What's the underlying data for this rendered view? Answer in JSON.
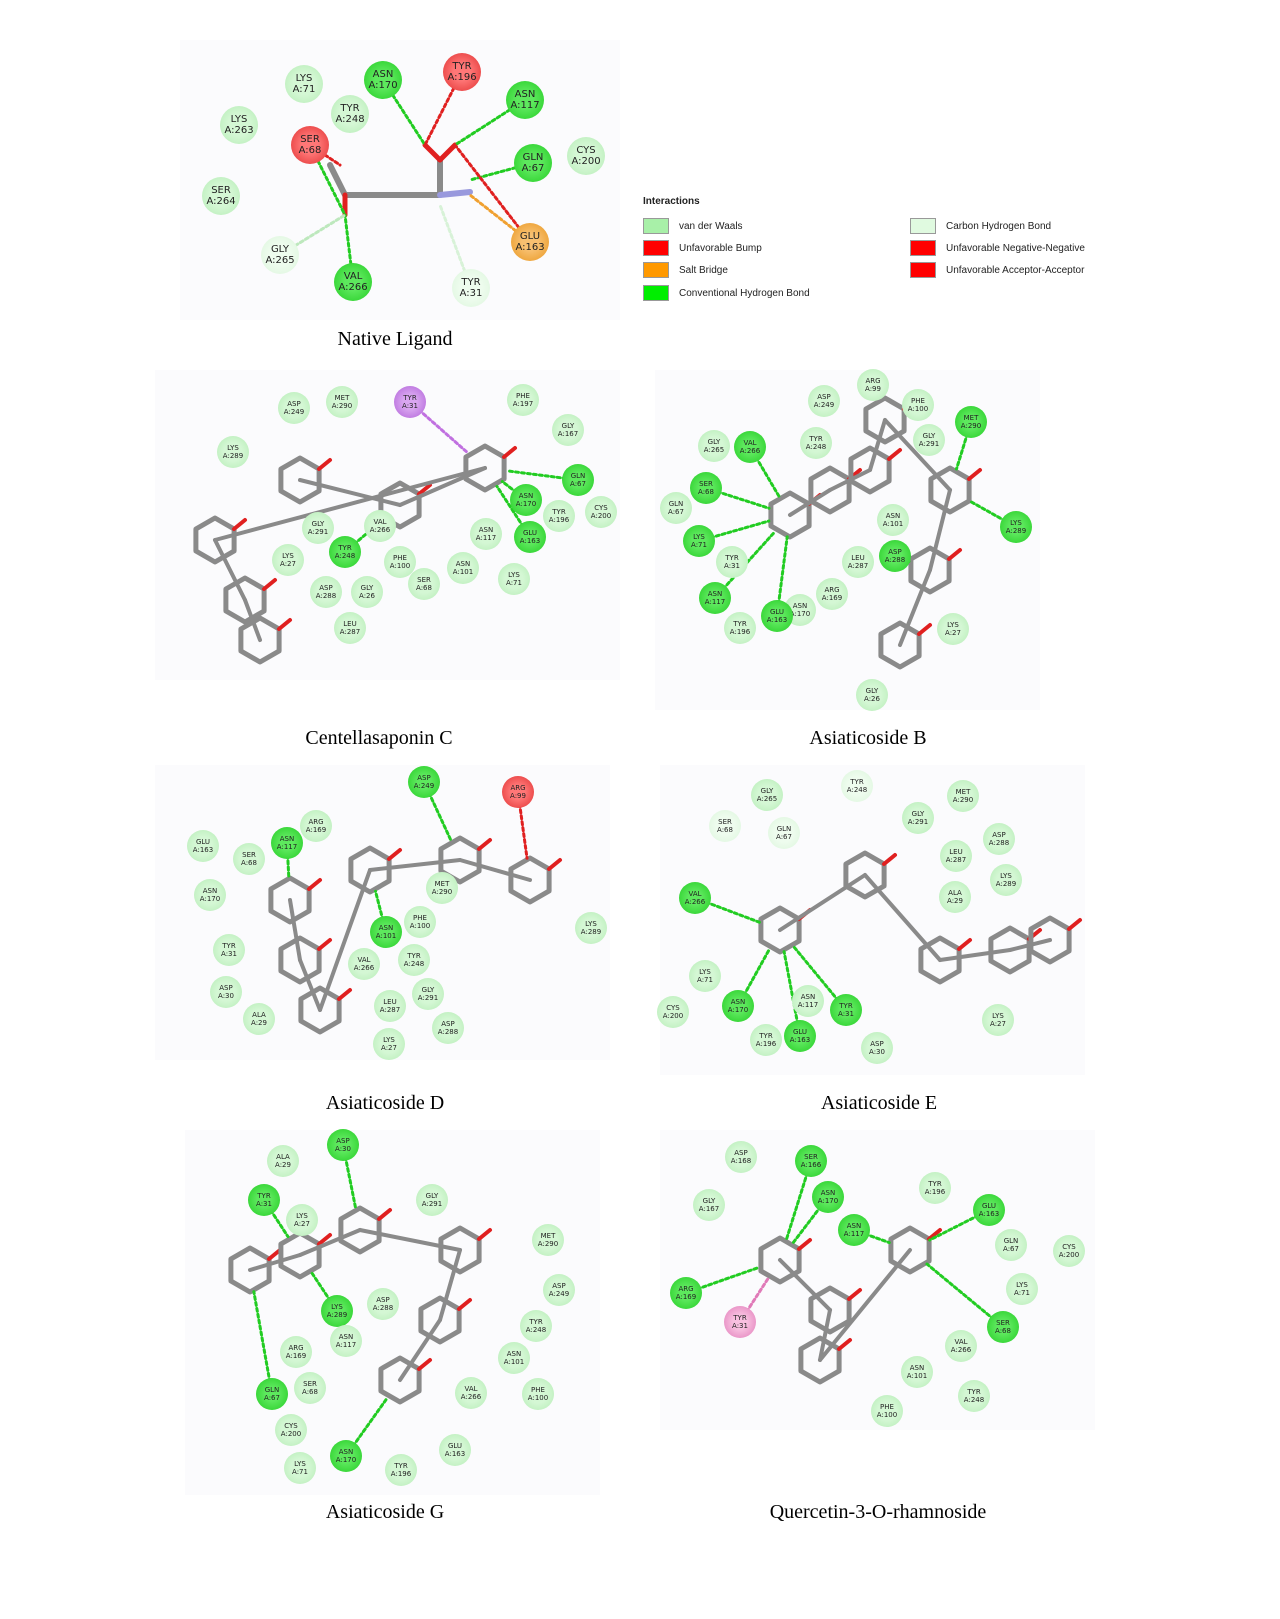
{
  "legend": {
    "title": "Interactions",
    "items": [
      {
        "label": "van der Waals",
        "color": "#a8f0a8"
      },
      {
        "label": "Unfavorable Bump",
        "color": "#ff0000"
      },
      {
        "label": "Salt Bridge",
        "color": "#ff9900"
      },
      {
        "label": "Conventional Hydrogen Bond",
        "color": "#00ee00"
      },
      {
        "label": "Carbon Hydrogen Bond",
        "color": "#e0fae0"
      },
      {
        "label": "Unfavorable Negative-Negative",
        "color": "#ff0000"
      },
      {
        "label": "Unfavorable Acceptor-Acceptor",
        "color": "#ff0000"
      }
    ]
  },
  "panels": [
    {
      "caption": "Native Ligand",
      "residues": [
        {
          "name": "LYS",
          "id": "A:71",
          "type": "vdw"
        },
        {
          "name": "ASN",
          "id": "A:170",
          "type": "hb"
        },
        {
          "name": "TYR",
          "id": "A:248",
          "type": "vdw"
        },
        {
          "name": "TYR",
          "id": "A:196",
          "type": "bump"
        },
        {
          "name": "ASN",
          "id": "A:117",
          "type": "hb"
        },
        {
          "name": "LYS",
          "id": "A:263",
          "type": "vdw"
        },
        {
          "name": "SER",
          "id": "A:68",
          "type": "bump"
        },
        {
          "name": "GLN",
          "id": "A:67",
          "type": "hb"
        },
        {
          "name": "CYS",
          "id": "A:200",
          "type": "vdw"
        },
        {
          "name": "SER",
          "id": "A:264",
          "type": "vdw"
        },
        {
          "name": "GLU",
          "id": "A:163",
          "type": "salt"
        },
        {
          "name": "GLY",
          "id": "A:265",
          "type": "ch"
        },
        {
          "name": "VAL",
          "id": "A:266",
          "type": "hb"
        },
        {
          "name": "TYR",
          "id": "A:31",
          "type": "ch"
        }
      ]
    },
    {
      "caption": "Centellasaponin C",
      "residues": [
        {
          "name": "LYS",
          "id": "A:289",
          "type": "vdw"
        },
        {
          "name": "ASP",
          "id": "A:249",
          "type": "vdw"
        },
        {
          "name": "MET",
          "id": "A:290",
          "type": "vdw"
        },
        {
          "name": "TYR",
          "id": "A:31",
          "type": "pi"
        },
        {
          "name": "PHE",
          "id": "A:197",
          "type": "vdw"
        },
        {
          "name": "GLY",
          "id": "A:167",
          "type": "vdw"
        },
        {
          "name": "GLN",
          "id": "A:67",
          "type": "hb"
        },
        {
          "name": "ASN",
          "id": "A:170",
          "type": "hb"
        },
        {
          "name": "TYR",
          "id": "A:196",
          "type": "vdw"
        },
        {
          "name": "CYS",
          "id": "A:200",
          "type": "vdw"
        },
        {
          "name": "GLY",
          "id": "A:291",
          "type": "vdw"
        },
        {
          "name": "VAL",
          "id": "A:266",
          "type": "vdw"
        },
        {
          "name": "TYR",
          "id": "A:248",
          "type": "hb"
        },
        {
          "name": "ASN",
          "id": "A:117",
          "type": "vdw"
        },
        {
          "name": "GLU",
          "id": "A:163",
          "type": "hb"
        },
        {
          "name": "LYS",
          "id": "A:27",
          "type": "vdw"
        },
        {
          "name": "PHE",
          "id": "A:100",
          "type": "vdw"
        },
        {
          "name": "ASP",
          "id": "A:288",
          "type": "vdw"
        },
        {
          "name": "GLY",
          "id": "A:26",
          "type": "vdw"
        },
        {
          "name": "SER",
          "id": "A:68",
          "type": "vdw"
        },
        {
          "name": "ASN",
          "id": "A:101",
          "type": "vdw"
        },
        {
          "name": "LYS",
          "id": "A:71",
          "type": "vdw"
        },
        {
          "name": "LEU",
          "id": "A:287",
          "type": "vdw"
        }
      ]
    },
    {
      "caption": "Asiaticoside B",
      "residues": [
        {
          "name": "ARG",
          "id": "A:99",
          "type": "vdw"
        },
        {
          "name": "ASP",
          "id": "A:249",
          "type": "vdw"
        },
        {
          "name": "PHE",
          "id": "A:100",
          "type": "vdw"
        },
        {
          "name": "MET",
          "id": "A:290",
          "type": "hb"
        },
        {
          "name": "GLY",
          "id": "A:265",
          "type": "vdw"
        },
        {
          "name": "VAL",
          "id": "A:266",
          "type": "hb"
        },
        {
          "name": "TYR",
          "id": "A:248",
          "type": "vdw"
        },
        {
          "name": "GLY",
          "id": "A:291",
          "type": "vdw"
        },
        {
          "name": "SER",
          "id": "A:68",
          "type": "hb"
        },
        {
          "name": "GLN",
          "id": "A:67",
          "type": "vdw"
        },
        {
          "name": "LYS",
          "id": "A:71",
          "type": "hb"
        },
        {
          "name": "TYR",
          "id": "A:31",
          "type": "vdw"
        },
        {
          "name": "LYS",
          "id": "A:289",
          "type": "hb"
        },
        {
          "name": "ASN",
          "id": "A:101",
          "type": "vdw"
        },
        {
          "name": "ASP",
          "id": "A:288",
          "type": "hb"
        },
        {
          "name": "LEU",
          "id": "A:287",
          "type": "vdw"
        },
        {
          "name": "ASN",
          "id": "A:117",
          "type": "hb"
        },
        {
          "name": "ARG",
          "id": "A:169",
          "type": "vdw"
        },
        {
          "name": "ASN",
          "id": "A:170",
          "type": "vdw"
        },
        {
          "name": "TYR",
          "id": "A:196",
          "type": "vdw"
        },
        {
          "name": "GLU",
          "id": "A:163",
          "type": "hb"
        },
        {
          "name": "LYS",
          "id": "A:27",
          "type": "vdw"
        },
        {
          "name": "GLY",
          "id": "A:26",
          "type": "vdw"
        }
      ]
    },
    {
      "caption": "Asiaticoside D",
      "residues": [
        {
          "name": "ASP",
          "id": "A:249",
          "type": "hb"
        },
        {
          "name": "ARG",
          "id": "A:99",
          "type": "bump"
        },
        {
          "name": "ARG",
          "id": "A:169",
          "type": "vdw"
        },
        {
          "name": "ASN",
          "id": "A:117",
          "type": "hb"
        },
        {
          "name": "GLU",
          "id": "A:163",
          "type": "vdw"
        },
        {
          "name": "SER",
          "id": "A:68",
          "type": "vdw"
        },
        {
          "name": "ASN",
          "id": "A:170",
          "type": "vdw"
        },
        {
          "name": "MET",
          "id": "A:290",
          "type": "vdw"
        },
        {
          "name": "PHE",
          "id": "A:100",
          "type": "vdw"
        },
        {
          "name": "ASN",
          "id": "A:101",
          "type": "hb"
        },
        {
          "name": "TYR",
          "id": "A:248",
          "type": "vdw"
        },
        {
          "name": "LYS",
          "id": "A:289",
          "type": "vdw"
        },
        {
          "name": "TYR",
          "id": "A:31",
          "type": "vdw"
        },
        {
          "name": "VAL",
          "id": "A:266",
          "type": "vdw"
        },
        {
          "name": "GLY",
          "id": "A:291",
          "type": "vdw"
        },
        {
          "name": "ASP",
          "id": "A:30",
          "type": "vdw"
        },
        {
          "name": "LEU",
          "id": "A:287",
          "type": "vdw"
        },
        {
          "name": "ASP",
          "id": "A:288",
          "type": "vdw"
        },
        {
          "name": "ALA",
          "id": "A:29",
          "type": "vdw"
        },
        {
          "name": "LYS",
          "id": "A:27",
          "type": "vdw"
        }
      ]
    },
    {
      "caption": "Asiaticoside E",
      "residues": [
        {
          "name": "TYR",
          "id": "A:248",
          "type": "ch"
        },
        {
          "name": "GLY",
          "id": "A:265",
          "type": "vdw"
        },
        {
          "name": "MET",
          "id": "A:290",
          "type": "vdw"
        },
        {
          "name": "SER",
          "id": "A:68",
          "type": "ch"
        },
        {
          "name": "GLN",
          "id": "A:67",
          "type": "ch"
        },
        {
          "name": "GLY",
          "id": "A:291",
          "type": "vdw"
        },
        {
          "name": "ASP",
          "id": "A:288",
          "type": "vdw"
        },
        {
          "name": "LEU",
          "id": "A:287",
          "type": "vdw"
        },
        {
          "name": "LYS",
          "id": "A:289",
          "type": "vdw"
        },
        {
          "name": "VAL",
          "id": "A:266",
          "type": "hb"
        },
        {
          "name": "ALA",
          "id": "A:29",
          "type": "vdw"
        },
        {
          "name": "LYS",
          "id": "A:71",
          "type": "vdw"
        },
        {
          "name": "ASN",
          "id": "A:117",
          "type": "vdw"
        },
        {
          "name": "TYR",
          "id": "A:31",
          "type": "hb"
        },
        {
          "name": "ASN",
          "id": "A:170",
          "type": "hb"
        },
        {
          "name": "CYS",
          "id": "A:200",
          "type": "vdw"
        },
        {
          "name": "LYS",
          "id": "A:27",
          "type": "vdw"
        },
        {
          "name": "TYR",
          "id": "A:196",
          "type": "vdw"
        },
        {
          "name": "GLU",
          "id": "A:163",
          "type": "hb"
        },
        {
          "name": "ASP",
          "id": "A:30",
          "type": "vdw"
        }
      ]
    },
    {
      "caption": "Asiaticoside G",
      "residues": [
        {
          "name": "ASP",
          "id": "A:30",
          "type": "hb"
        },
        {
          "name": "ALA",
          "id": "A:29",
          "type": "vdw"
        },
        {
          "name": "TYR",
          "id": "A:31",
          "type": "hb"
        },
        {
          "name": "LYS",
          "id": "A:27",
          "type": "vdw"
        },
        {
          "name": "GLY",
          "id": "A:291",
          "type": "vdw"
        },
        {
          "name": "MET",
          "id": "A:290",
          "type": "vdw"
        },
        {
          "name": "ASP",
          "id": "A:249",
          "type": "vdw"
        },
        {
          "name": "LYS",
          "id": "A:289",
          "type": "hb"
        },
        {
          "name": "ASP",
          "id": "A:288",
          "type": "vdw"
        },
        {
          "name": "ASN",
          "id": "A:117",
          "type": "vdw"
        },
        {
          "name": "TYR",
          "id": "A:248",
          "type": "vdw"
        },
        {
          "name": "ARG",
          "id": "A:169",
          "type": "vdw"
        },
        {
          "name": "ASN",
          "id": "A:101",
          "type": "vdw"
        },
        {
          "name": "SER",
          "id": "A:68",
          "type": "vdw"
        },
        {
          "name": "GLN",
          "id": "A:67",
          "type": "hb"
        },
        {
          "name": "VAL",
          "id": "A:266",
          "type": "vdw"
        },
        {
          "name": "PHE",
          "id": "A:100",
          "type": "vdw"
        },
        {
          "name": "CYS",
          "id": "A:200",
          "type": "vdw"
        },
        {
          "name": "ASN",
          "id": "A:170",
          "type": "hb"
        },
        {
          "name": "GLU",
          "id": "A:163",
          "type": "vdw"
        },
        {
          "name": "LYS",
          "id": "A:71",
          "type": "vdw"
        },
        {
          "name": "TYR",
          "id": "A:196",
          "type": "vdw"
        }
      ]
    },
    {
      "caption": "Quercetin-3-O-rhamnoside",
      "residues": [
        {
          "name": "ASP",
          "id": "A:168",
          "type": "vdw"
        },
        {
          "name": "SER",
          "id": "A:166",
          "type": "hb"
        },
        {
          "name": "TYR",
          "id": "A:196",
          "type": "vdw"
        },
        {
          "name": "ASN",
          "id": "A:170",
          "type": "hb"
        },
        {
          "name": "GLU",
          "id": "A:163",
          "type": "hb"
        },
        {
          "name": "ASN",
          "id": "A:117",
          "type": "hb"
        },
        {
          "name": "GLY",
          "id": "A:167",
          "type": "vdw"
        },
        {
          "name": "GLN",
          "id": "A:67",
          "type": "vdw"
        },
        {
          "name": "CYS",
          "id": "A:200",
          "type": "vdw"
        },
        {
          "name": "ARG",
          "id": "A:169",
          "type": "hb"
        },
        {
          "name": "LYS",
          "id": "A:71",
          "type": "vdw"
        },
        {
          "name": "TYR",
          "id": "A:31",
          "type": "pipink"
        },
        {
          "name": "SER",
          "id": "A:68",
          "type": "hb"
        },
        {
          "name": "VAL",
          "id": "A:266",
          "type": "vdw"
        },
        {
          "name": "ASN",
          "id": "A:101",
          "type": "vdw"
        },
        {
          "name": "TYR",
          "id": "A:248",
          "type": "vdw"
        },
        {
          "name": "PHE",
          "id": "A:100",
          "type": "vdw"
        }
      ]
    }
  ]
}
